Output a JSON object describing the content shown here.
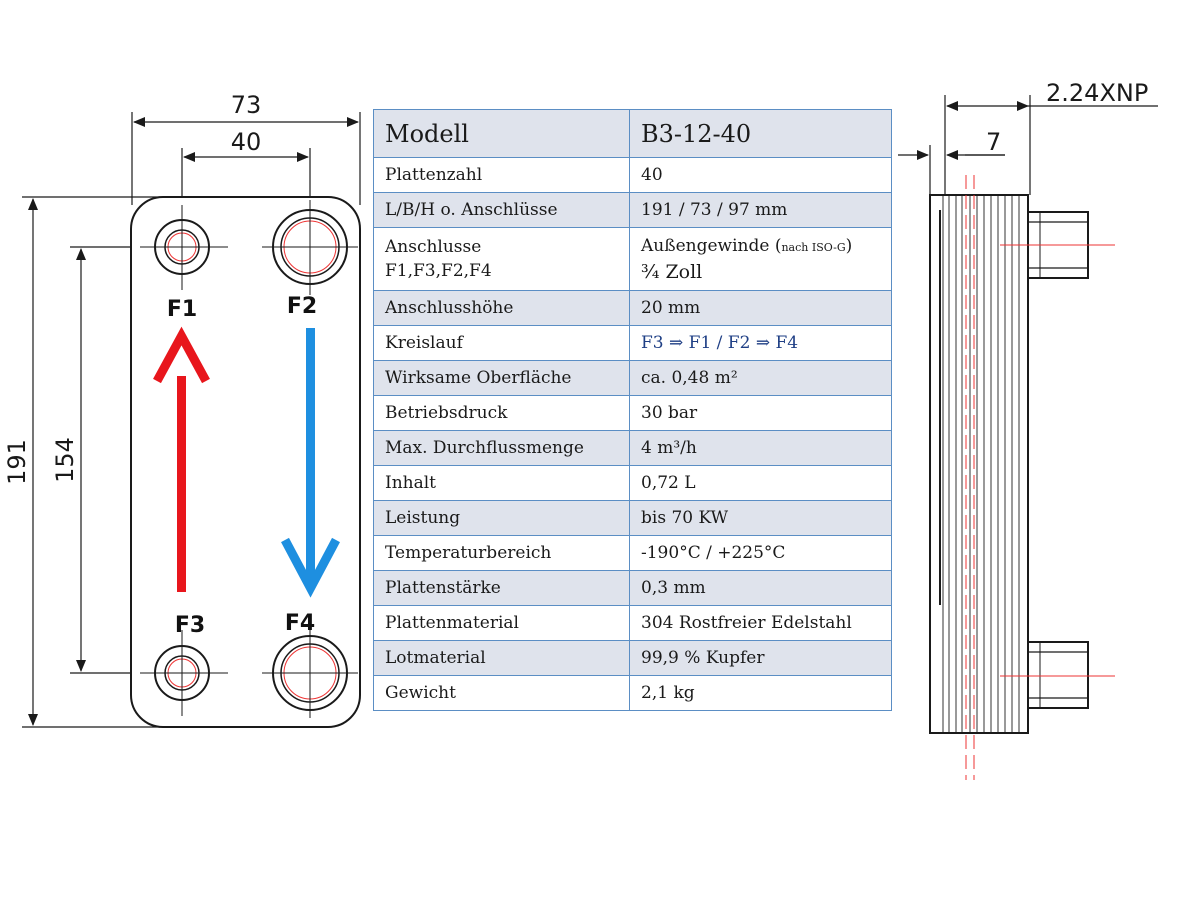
{
  "drawing": {
    "dim_width": "73",
    "dim_port_spacing": "40",
    "dim_height": "191",
    "dim_port_height": "154",
    "ports": [
      "F1",
      "F2",
      "F3",
      "F4"
    ],
    "side_dim_thread": "2.24XNP",
    "side_dim_offset": "7",
    "colors": {
      "inflow_arrow": "#e8161c",
      "outflow_arrow": "#1e8fe0",
      "table_border": "#5b8ec4",
      "row_shade": "#dfe3ec"
    }
  },
  "specs": {
    "model_label": "Modell",
    "model_value": "B3-12-40",
    "rows": [
      {
        "label": "Plattenzahl",
        "value": "40"
      },
      {
        "label": "L/B/H o. Anschlüsse",
        "value": "191 / 73 / 97 mm"
      },
      {
        "label": "Anschlusse",
        "label_line2": "F1,F3,F2,F4",
        "value": "Außengewinde",
        "value_note": "nach ISO-G",
        "value_line2": "¾ Zoll"
      },
      {
        "label": "Anschlusshöhe",
        "value": "20 mm"
      },
      {
        "label": "Kreislauf",
        "value": "F3 ⇒ F1 / F2 ⇒ F4"
      },
      {
        "label": "Wirksame Oberfläche",
        "value": "ca. 0,48 m²"
      },
      {
        "label": "Betriebsdruck",
        "value": "30 bar"
      },
      {
        "label": "Max. Durchflussmenge",
        "value": "4 m³/h"
      },
      {
        "label": "Inhalt",
        "value": "0,72 L"
      },
      {
        "label": "Leistung",
        "value": "bis 70 KW"
      },
      {
        "label": "Temperaturbereich",
        "value": "-190°C / +225°C"
      },
      {
        "label": "Plattenstärke",
        "value": "0,3 mm"
      },
      {
        "label": "Plattenmaterial",
        "value": "304 Rostfreier Edelstahl"
      },
      {
        "label": "Lotmaterial",
        "value": "99,9 % Kupfer"
      },
      {
        "label": "Gewicht",
        "value": "2,1 kg"
      }
    ]
  }
}
